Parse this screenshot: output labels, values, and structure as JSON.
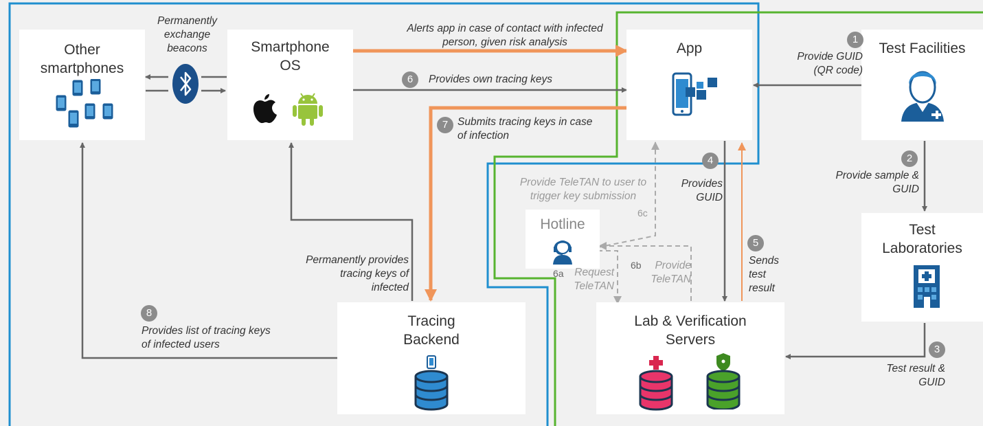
{
  "colors": {
    "background": "#f1f1f1",
    "box": "#ffffff",
    "arrow_gray": "#666666",
    "arrow_orange": "#f0955a",
    "dashed_gray": "#aaaaaa",
    "frame_blue": "#1f8fcf",
    "frame_green": "#57b42f",
    "number_badge": "#8c8c8c"
  },
  "nodes": {
    "other_smartphones": {
      "title": "Other smartphones",
      "icon": "phones-grid-icon"
    },
    "smartphone_os": {
      "title": "Smartphone OS",
      "icons": [
        "apple-icon",
        "android-icon"
      ]
    },
    "app": {
      "title": "App",
      "icon": "app-phone-icon"
    },
    "test_facilities": {
      "title": "Test Facilities",
      "icon": "nurse-icon"
    },
    "test_laboratories": {
      "title": "Test Laboratories",
      "icon": "hospital-icon"
    },
    "hotline": {
      "title": "Hotline",
      "icon": "headset-operator-icon"
    },
    "tracing_backend": {
      "title": "Tracing Backend",
      "icon": "database-blue-icon"
    },
    "lab_servers": {
      "title": "Lab & Verification Servers",
      "icons": [
        "database-red-cross-icon",
        "database-green-shield-icon"
      ]
    }
  },
  "edges": {
    "beacons": {
      "text": "Permanently exchange beacons",
      "icon": "bluetooth-icon"
    },
    "alerts": {
      "text": "Alerts app in case of contact with infected person, given risk analysis"
    },
    "e1": {
      "number": "1",
      "text": "Provide GUID (QR code)"
    },
    "e2": {
      "number": "2",
      "text": "Provide sample & GUID"
    },
    "e3": {
      "number": "3",
      "text": "Test result & GUID"
    },
    "e4": {
      "number": "4",
      "text": "Provides GUID"
    },
    "e5": {
      "number": "5",
      "text": "Sends test result"
    },
    "e6": {
      "number": "6",
      "text": "Provides own tracing keys"
    },
    "e6a": {
      "number": "6a",
      "text": "Request TeleTAN"
    },
    "e6b": {
      "number": "6b",
      "text": "Provide TeleTAN"
    },
    "e6c": {
      "number": "6c",
      "text": "Provide TeleTAN to user to trigger key submission"
    },
    "e7": {
      "number": "7",
      "text": "Submits tracing keys in case of infection"
    },
    "e8": {
      "number": "8",
      "text": "Provides list of tracing keys of infected users"
    },
    "permanent": {
      "text": "Permanently provides tracing keys of infected"
    }
  }
}
